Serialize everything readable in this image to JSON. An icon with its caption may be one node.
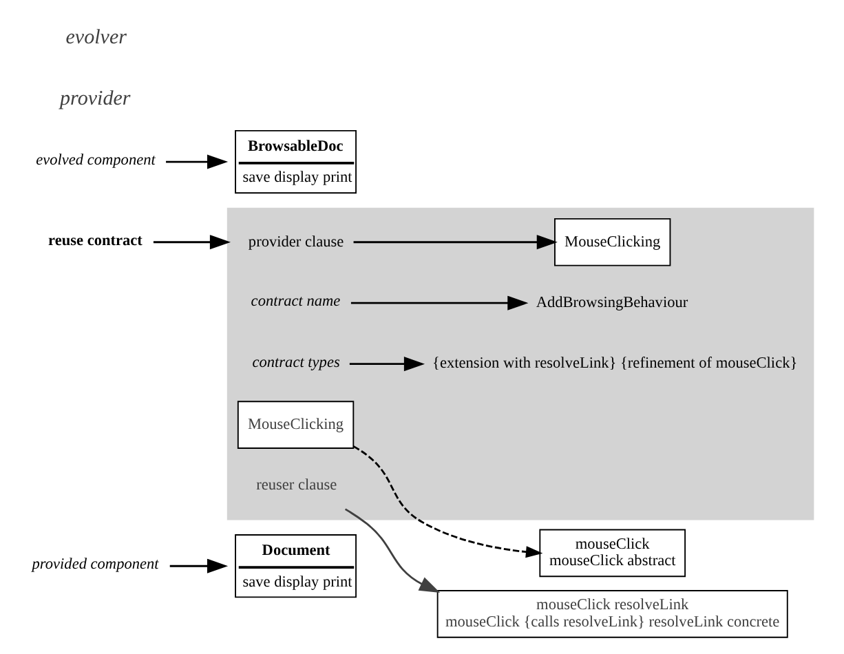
{
  "diagram": {
    "nodes": [
      {
        "text": [
          "provided component"
        ]
      },
      {
        "text": [
          "reuse contract"
        ]
      },
      {
        "text": [],
        "shape": "box"
      },
      {
        "text": [
          "provider clause"
        ],
        "in": 2
      },
      {
        "text": [
          "Document",
          "save display print"
        ]
      },
      {
        "text": [
          "MouseClicking"
        ],
        "in": 2
      },
      {
        "text": [
          "mouseClick",
          "mouseClick abstract"
        ]
      },
      {
        "text": [
          "contract name"
        ],
        "in": 2
      },
      {
        "text": [
          "AddBrowsingBehaviour"
        ],
        "in": 2
      },
      {
        "text": [
          "{extension with resolveLink} {refinement of mouseClick}"
        ],
        "in": 2
      },
      {
        "text": [
          "evolved component"
        ]
      },
      {
        "text": [
          "contract types"
        ],
        "in": 2
      },
      {
        "text": [
          "BrowsableDoc",
          "save display print"
        ]
      },
      {
        "text": [
          "MouseClicking"
        ],
        "in": 2
      },
      {
        "text": [
          "mouseClick resolveLink",
          "mouseClick {calls resolveLink} resolveLink concrete"
        ]
      },
      {
        "text": [
          "reuser clause"
        ],
        "in": 2
      }
    ],
    "edges": [
      {
        "from": 0,
        "to": 4,
        "arrow": "to"
      },
      {
        "from": 1,
        "to": 2,
        "arrow": "to"
      },
      {
        "from": 3,
        "to": 5,
        "arrow": "to"
      },
      {
        "from": 7,
        "to": 8,
        "arrow": "to"
      },
      {
        "from": 13,
        "to": 6,
        "arrow": "to",
        "style": "dashed"
      },
      {
        "from": 11,
        "to": 9,
        "arrow": "to"
      },
      {
        "from": 10,
        "to": 12,
        "arrow": "to"
      },
      {
        "from": 15,
        "to": 14,
        "arrow": "to",
        "color": "#404040"
      }
    ],
    "labels": [
      "provider",
      "evolver"
    ]
  }
}
